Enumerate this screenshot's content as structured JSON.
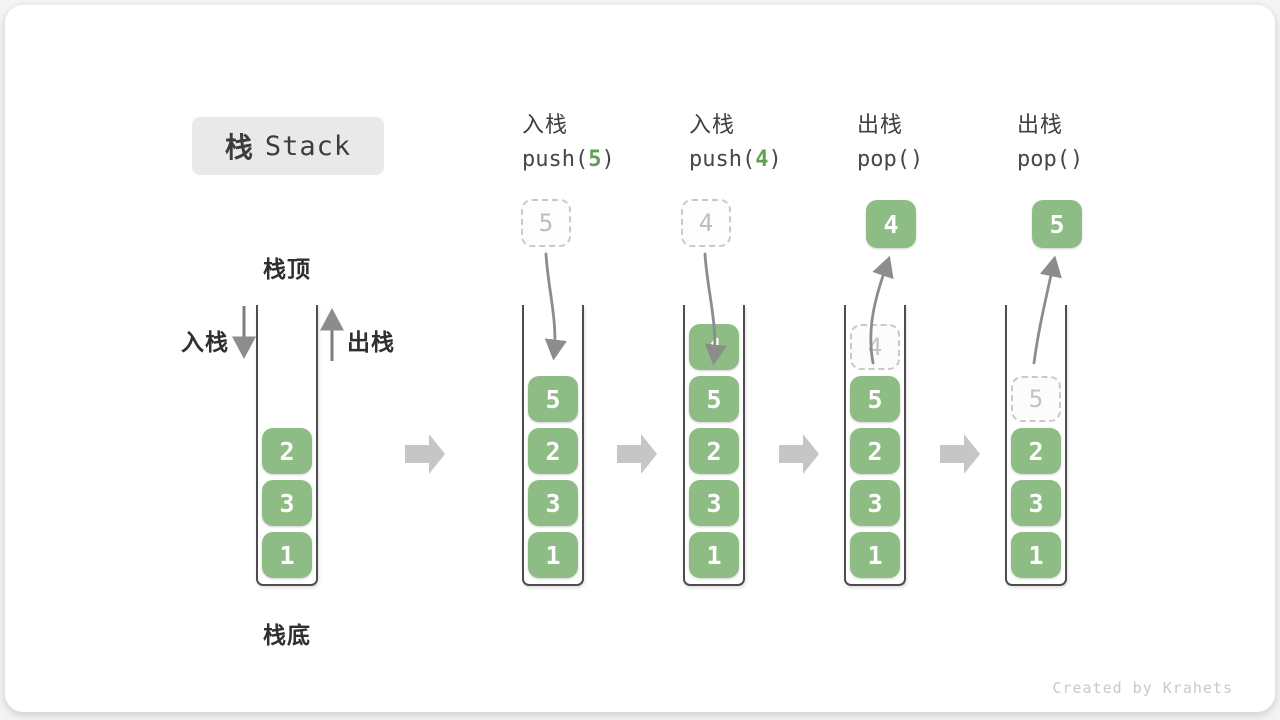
{
  "title": {
    "zh": "栈",
    "en": "Stack"
  },
  "side_labels": {
    "stack_top": "栈顶",
    "stack_bottom": "栈底",
    "push": "入栈",
    "pop": "出栈"
  },
  "operations": [
    {
      "label_zh": "入栈",
      "code_pre": "push(",
      "code_arg": "5",
      "code_post": ")"
    },
    {
      "label_zh": "入栈",
      "code_pre": "push(",
      "code_arg": "4",
      "code_post": ")"
    },
    {
      "label_zh": "出栈",
      "code_pre": "pop(",
      "code_arg": "",
      "code_post": ")"
    },
    {
      "label_zh": "出栈",
      "code_pre": "pop(",
      "code_arg": "",
      "code_post": ")"
    }
  ],
  "floating_values": [
    {
      "value": "5",
      "style": "dashed"
    },
    {
      "value": "4",
      "style": "dashed"
    },
    {
      "value": "4",
      "style": "solid"
    },
    {
      "value": "5",
      "style": "solid"
    }
  ],
  "stacks": {
    "s1": {
      "items": [
        {
          "v": "2"
        },
        {
          "v": "3"
        },
        {
          "v": "1"
        }
      ]
    },
    "s2": {
      "items": [
        {
          "v": "5"
        },
        {
          "v": "2"
        },
        {
          "v": "3"
        },
        {
          "v": "1"
        }
      ]
    },
    "s3": {
      "items": [
        {
          "v": "4"
        },
        {
          "v": "5"
        },
        {
          "v": "2"
        },
        {
          "v": "3"
        },
        {
          "v": "1"
        }
      ]
    },
    "s4": {
      "items": [
        {
          "v": "4",
          "style": "dashed"
        },
        {
          "v": "5"
        },
        {
          "v": "2"
        },
        {
          "v": "3"
        },
        {
          "v": "1"
        }
      ]
    },
    "s5": {
      "items": [
        {
          "v": "5",
          "style": "dashed"
        },
        {
          "v": "2"
        },
        {
          "v": "3"
        },
        {
          "v": "1"
        }
      ]
    }
  },
  "watermark": "Created by Krahets",
  "colors": {
    "box_green": "#8dbd84",
    "code_arg_green": "#5fa052",
    "text_dark": "#3c3c3c",
    "arrow_gray": "#8c8c8c",
    "step_arrow_gray": "#c6c6c6",
    "dashed_border": "#c9c9c9",
    "title_badge_bg": "#e9e9e9"
  }
}
